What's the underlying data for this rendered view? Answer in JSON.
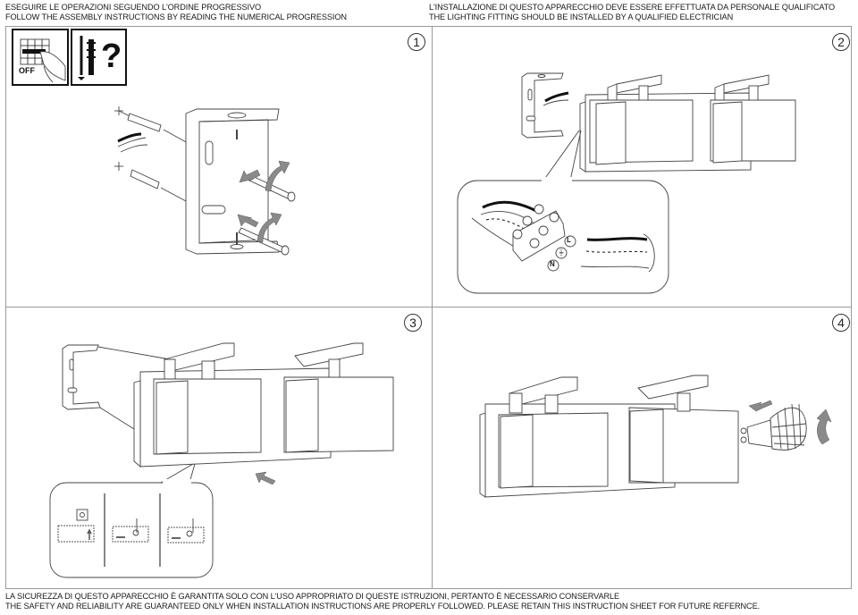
{
  "header": {
    "left": {
      "line1": "ESEGUIRE LE OPERAZIONI SEGUENDO L'ORDINE PROGRESSIVO",
      "line2": "FOLLOW THE ASSEMBLY INSTRUCTIONS BY READING THE NUMERICAL PROGRESSION"
    },
    "right": {
      "line1": "L'INSTALLAZIONE DI QUESTO APPARECCHIO DEVE ESSERE EFFETTUATA DA PERSONALE QUALIFICATO",
      "line2": "THE LIGHTING FITTING SHOULD BE INSTALLED BY A QUALIFIED ELECTRICIAN"
    }
  },
  "footer": {
    "line1": "LA SICUREZZA DI QUESTO APPARECCHIO È GARANTITA SOLO CON L'USO APPROPRIATO DI QUESTE ISTRUZIONI, PERTANTO È NECESSARIO CONSERVARLE",
    "line2": "THE SAFETY AND RELIABILITY ARE GUARANTEED ONLY WHEN INSTALLATION INSTRUCTIONS ARE PROPERLY FOLLOWED. PLEASE RETAIN THIS INSTRUCTION SHEET FOR FUTURE REFERNCE."
  },
  "steps": [
    {
      "number": "1",
      "illustration": "bracket-wall-mounting",
      "icons": {
        "power_off_label": "OFF",
        "tools_label": "?"
      }
    },
    {
      "number": "2",
      "illustration": "electrical-connection",
      "terminal_labels": {
        "live": "L",
        "earth": "⏚",
        "neutral": "N"
      }
    },
    {
      "number": "3",
      "illustration": "fixture-slide-onto-bracket"
    },
    {
      "number": "4",
      "illustration": "gu10-bulb-insertion"
    }
  ]
}
